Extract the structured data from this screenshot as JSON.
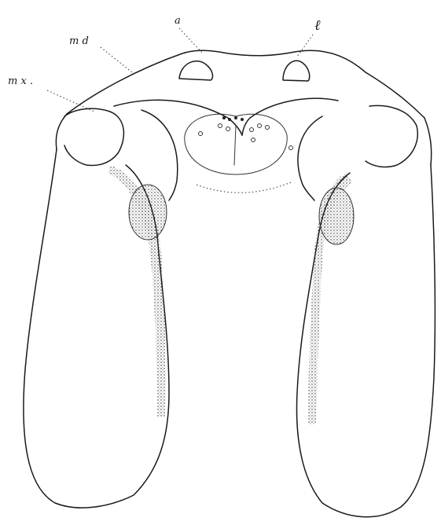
{
  "labels": {
    "md": "m d",
    "a": "a",
    "l": "ℓ",
    "mx": "m x ."
  },
  "colors": {
    "ink": "#1a1a1a",
    "background": "#ffffff"
  }
}
